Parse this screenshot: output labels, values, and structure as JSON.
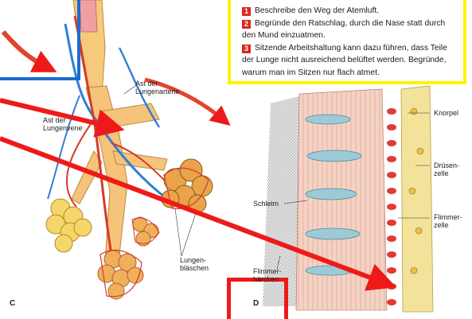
{
  "tasks": [
    {
      "num": "1",
      "text": "Beschreibe den Weg der Atemluft."
    },
    {
      "num": "2",
      "text": "Begründe den Ratschlag, durch die Nase statt durch den Mund einzuatmen."
    },
    {
      "num": "3",
      "text": "Sitzende Arbeitshaltung kann dazu führen, dass Teile der Lunge nicht ausreichend belüftet werden. Begründe, warum man im Sitzen nur flach atmet."
    }
  ],
  "panel_c": {
    "letter": "C",
    "labels": {
      "lungenarterie": "Ast der Lungenarterie",
      "lungenvene": "Ast der Lungenvene",
      "lungenblaeschen": "Lungen-bläschen"
    }
  },
  "panel_d": {
    "letter": "D",
    "labels": {
      "knorpel": "Knorpel",
      "druesenzelle": "Drüsen-zelle",
      "schleim": "Schleim",
      "flimmerzelle": "Flimmer-zelle",
      "flimmerhaerchen": "Flimmer-härchen"
    }
  },
  "colors": {
    "annotation_red": "#ee1a1a",
    "frame_blue": "#1d6bd0",
    "frame_yellow": "#fff200",
    "number_red": "#d8281e"
  }
}
